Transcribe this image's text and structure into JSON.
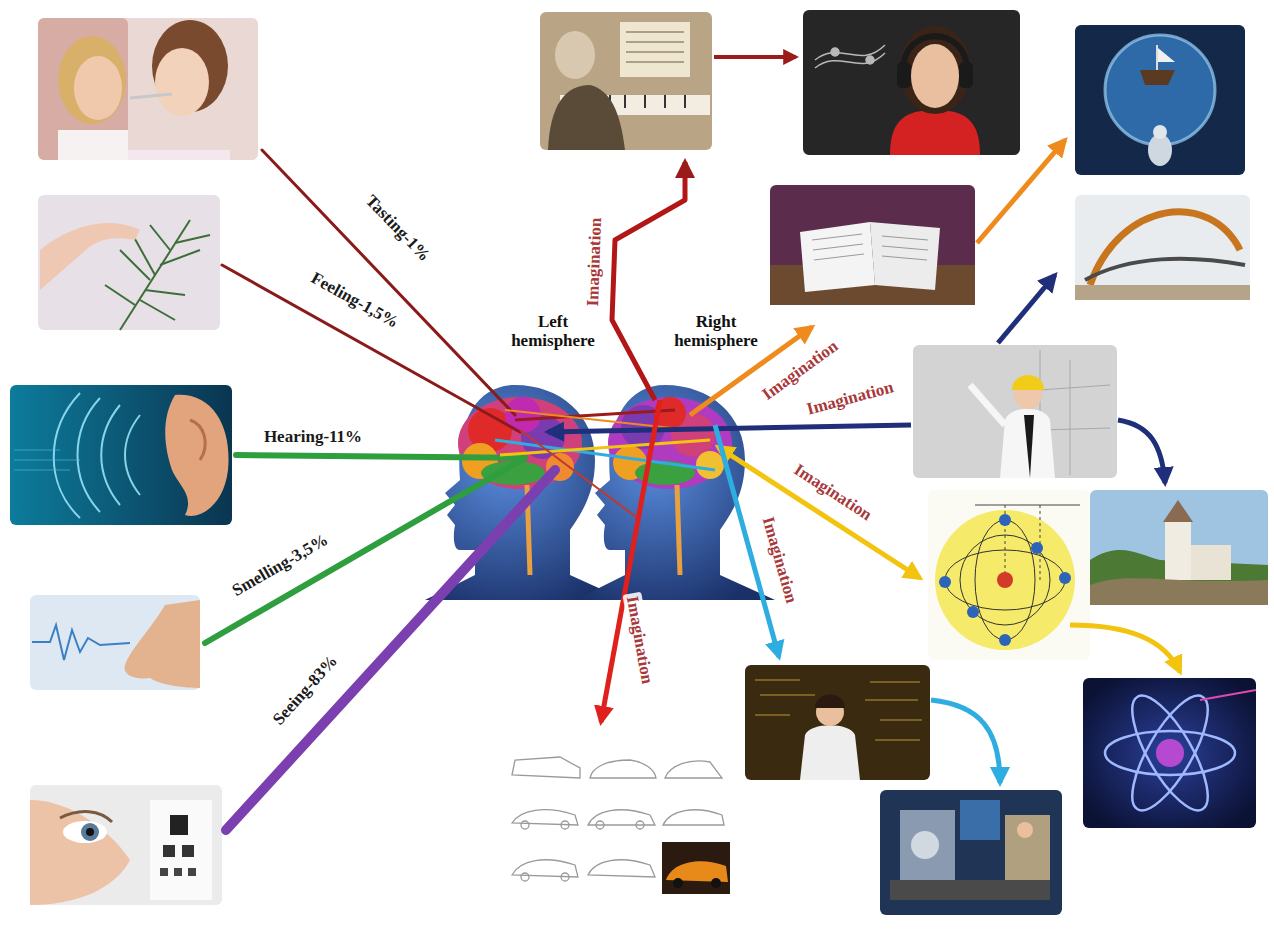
{
  "diagram": {
    "nodes": [
      {
        "text": [
          "Left hemisphere"
        ]
      },
      {
        "text": [
          "Right hemisphere"
        ]
      }
    ],
    "labels": [
      "Tasting-1%",
      "Feeling-1,5%",
      "Hearing-11%",
      "Smelling-3,5%",
      "Seeing-83%",
      "Imagination",
      "Imagination",
      "Imagination",
      "Imagination",
      "Imagination",
      "Imagination"
    ]
  }
}
